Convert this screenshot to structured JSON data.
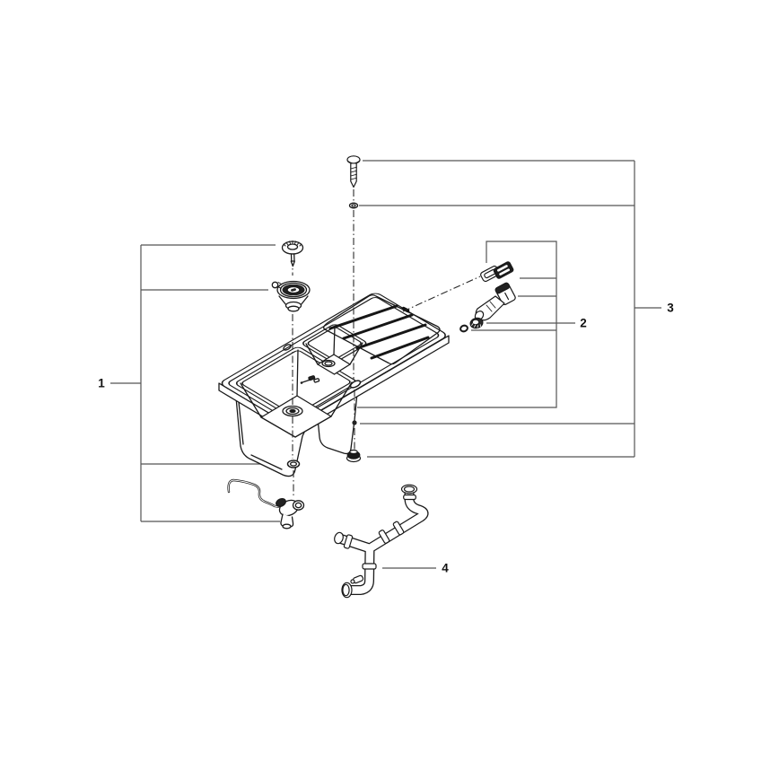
{
  "figure": {
    "kind": "exploded-parts-diagram",
    "subject": "kitchen sink with double bowl, drainboard, strainer, overflow kit, fixing screws and waste pipe assembly",
    "background_color": "#ffffff",
    "line_color": "#1a1a1a",
    "leader_color": "#555555"
  },
  "callouts": [
    {
      "text": "1"
    },
    {
      "text": "2"
    },
    {
      "text": "3"
    },
    {
      "text": "4"
    }
  ]
}
